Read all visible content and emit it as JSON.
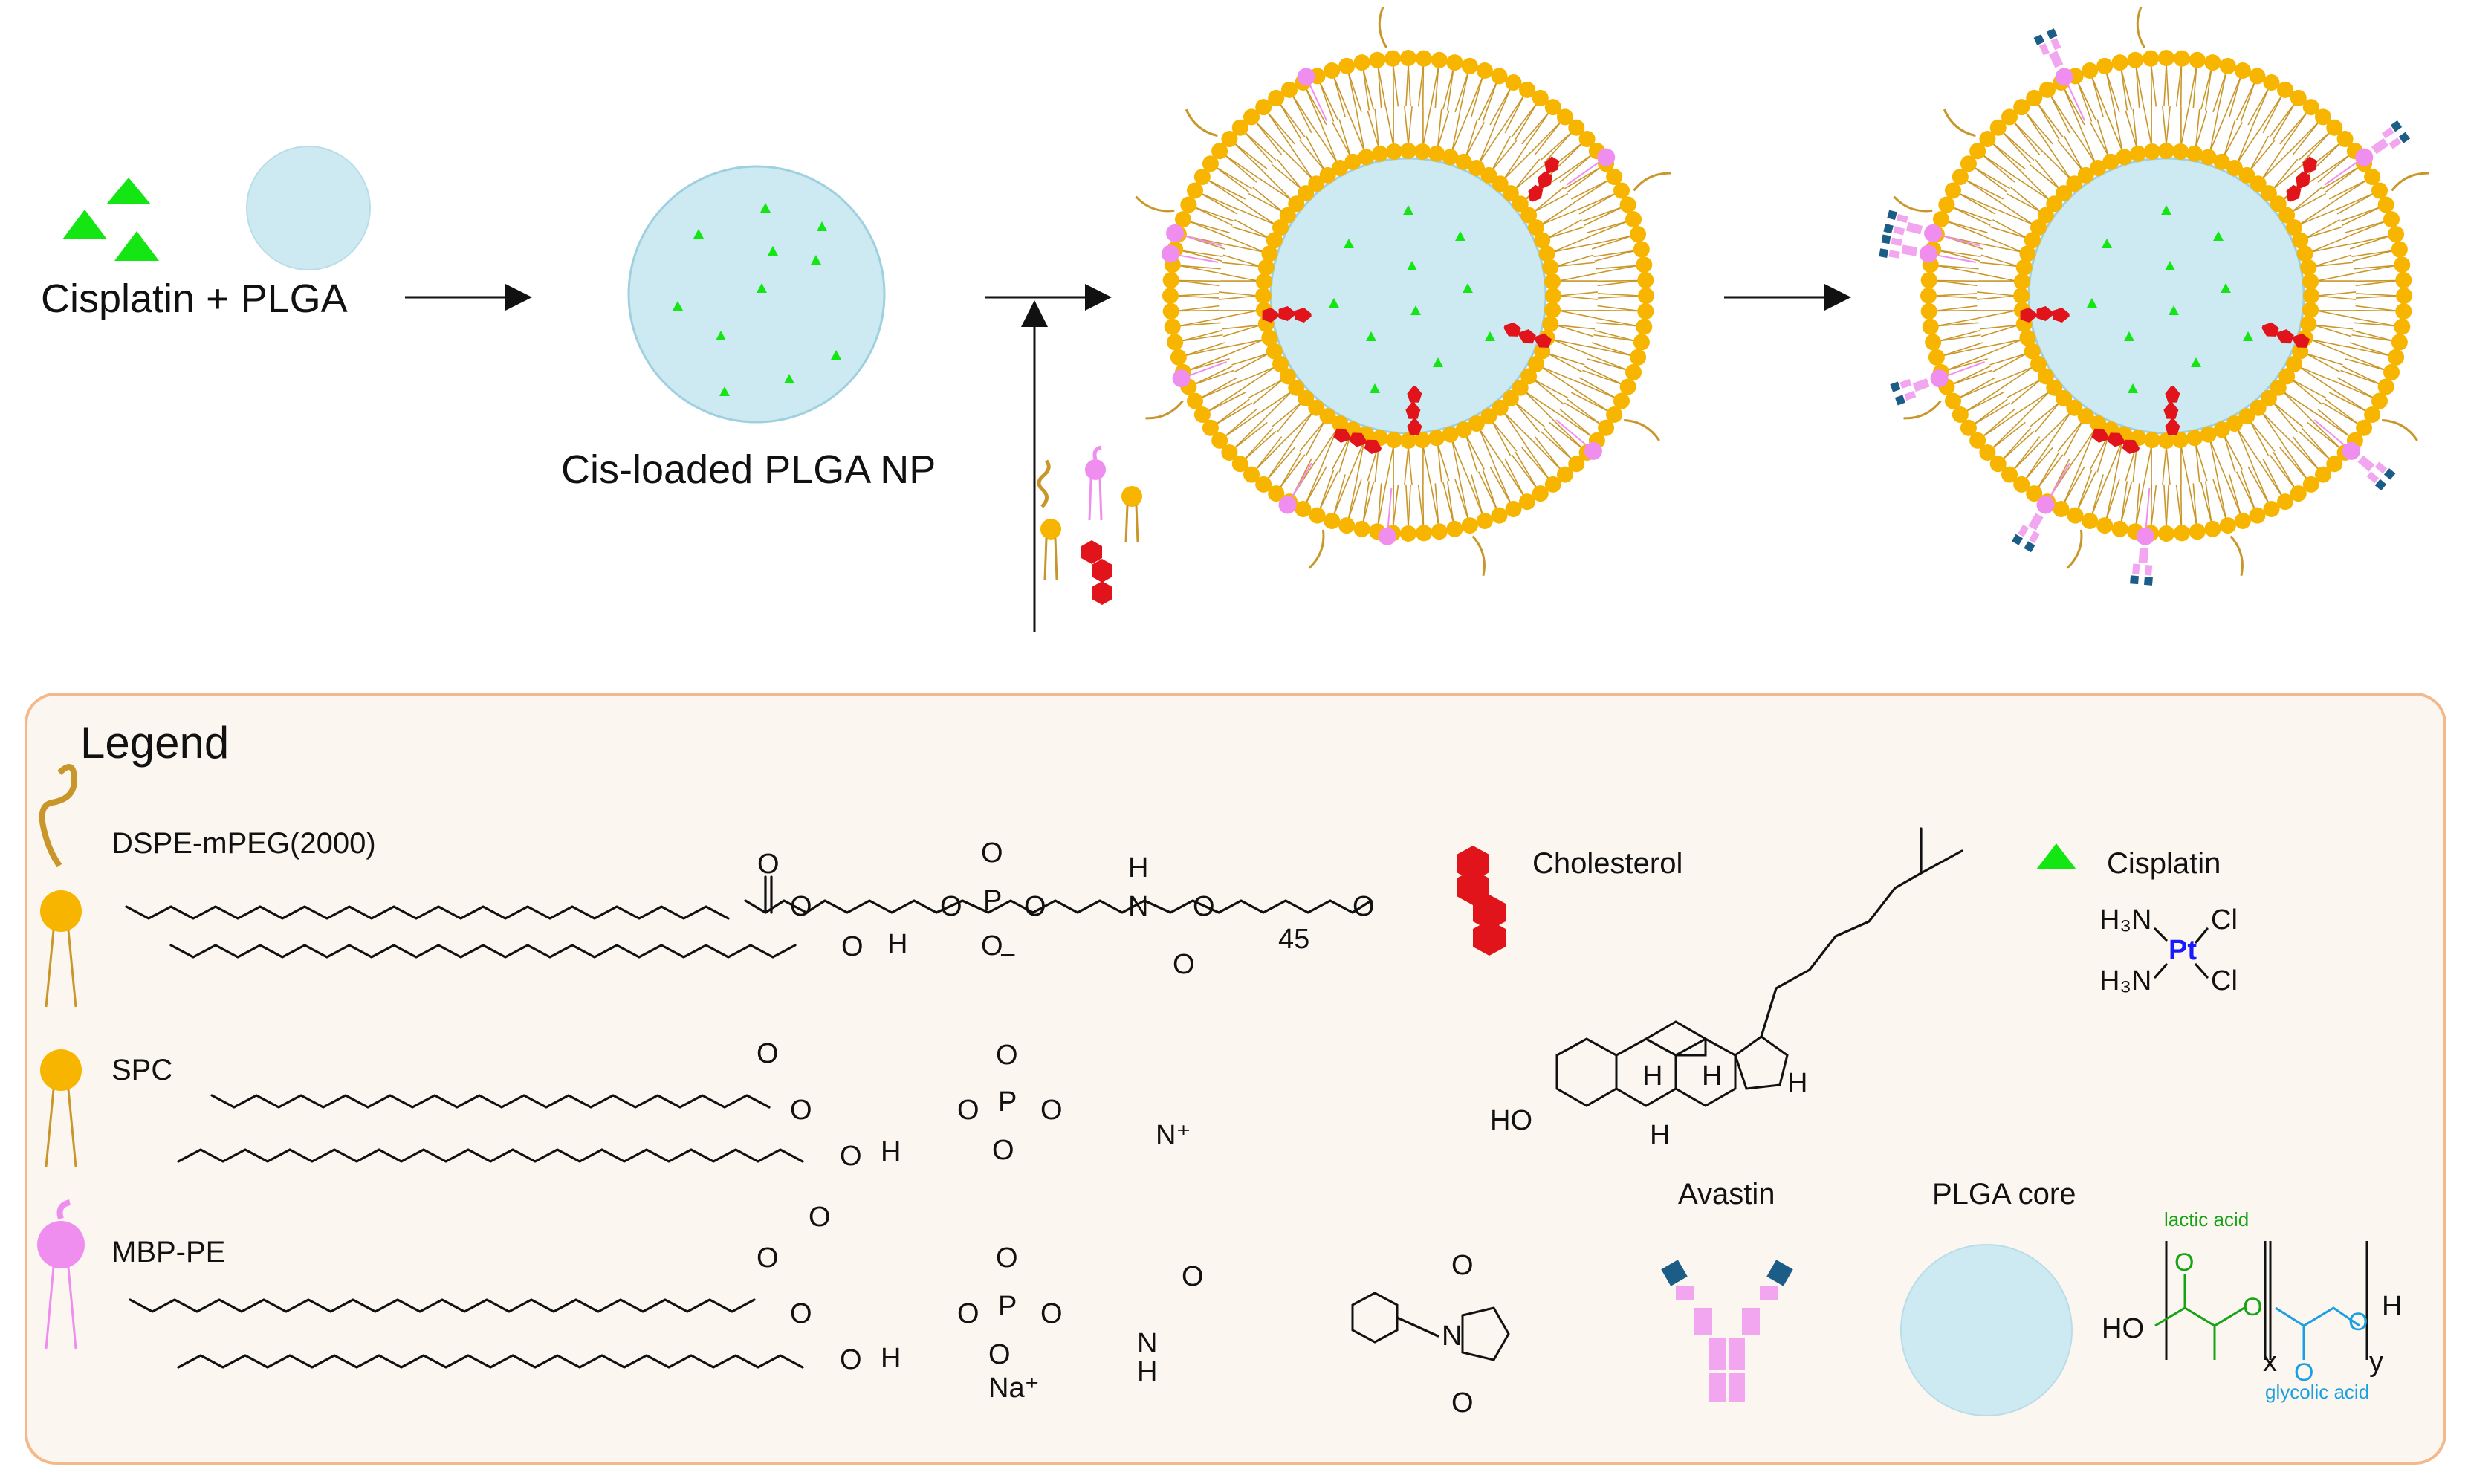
{
  "top": {
    "step1_label": "Cisplatin + PLGA",
    "step2_label": "Cis-loaded PLGA NP"
  },
  "legend": {
    "title": "Legend",
    "items": {
      "dspe_mpeg": "DSPE-mPEG(2000)",
      "spc": "SPC",
      "mbp_pe": "MBP-PE",
      "cholesterol": "Cholesterol",
      "cisplatin": "Cisplatin",
      "avastin": "Avastin",
      "plga_core": "PLGA core"
    },
    "chem_text": {
      "pt": "Pt",
      "h3n_top": "H₃N",
      "h3n_bottom": "H₃N",
      "cl_top": "Cl",
      "cl_bottom": "Cl",
      "lactic_acid": "lactic acid",
      "glycolic_acid": "glycolic acid",
      "ho_plga": "HO",
      "h_plga": "H",
      "x_sub": "x",
      "y_sub": "y",
      "peg_n": "45",
      "na_plus": "Na⁺",
      "ho_chol": "HO",
      "n_plus": "N⁺"
    }
  },
  "colors": {
    "cisplatin": "#14e614",
    "plga": "#cdeaf2",
    "plga_edge": "#9fd0e0",
    "lipid_head": "#f7b500",
    "lipid_tail": "#c9962a",
    "mbp_head": "#f08ef0",
    "cholesterol": "#e0141a",
    "antibody_dark": "#1b5d86",
    "antibody_light": "#f3a6f0",
    "legend_bg": "#fcf6f0",
    "legend_border": "#f3b98a",
    "pt_blue": "#1a1aff",
    "lactic_green": "#16a316",
    "glycolic_blue": "#1aa0e0"
  }
}
